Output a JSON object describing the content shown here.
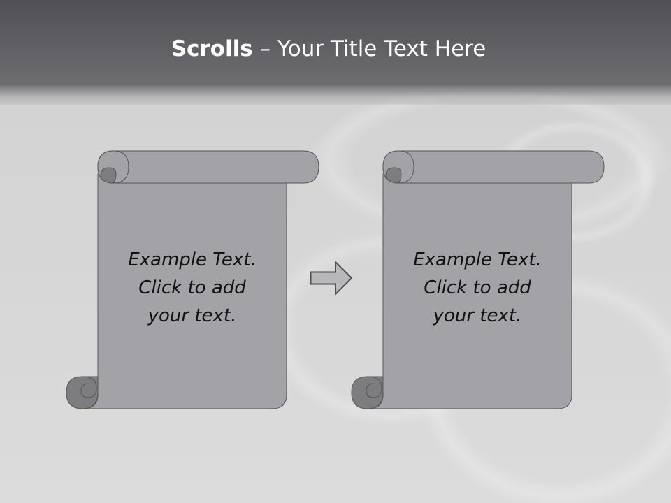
{
  "title": {
    "bold_part": "Scrolls",
    "separator": " – ",
    "rest": "Your Title Text Here"
  },
  "scrolls": [
    {
      "text": "Example  Text.\nClick  to add\nyour text."
    },
    {
      "text": "Example  Text.\nClick  to add\nyour text."
    }
  ],
  "colors": {
    "scroll_fill": "#a3a3a7",
    "scroll_curl": "#7d7d80",
    "scroll_stroke": "#555558",
    "title_text": "#ffffff"
  },
  "icons": {
    "arrow": "right-arrow-icon"
  }
}
